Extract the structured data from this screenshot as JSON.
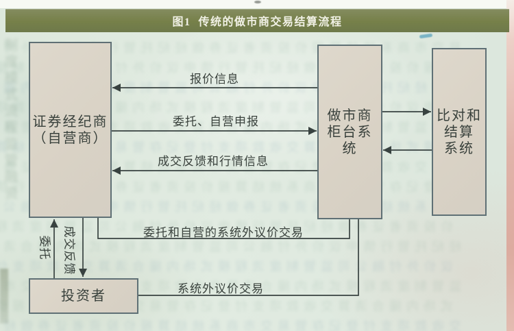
{
  "figure": {
    "title": "图1  传统的做市商交易结算流程"
  },
  "nodes": {
    "broker": {
      "lines": [
        "证券经纪商",
        "（自营商）"
      ]
    },
    "counter": {
      "lines": [
        "做市商",
        "柜台系",
        "统"
      ]
    },
    "settlement": {
      "lines": [
        "比对和",
        "结算",
        "系统"
      ]
    },
    "investor": {
      "label": "投资者"
    }
  },
  "edges": {
    "quote_info": "报价信息",
    "order_report": "委托、自营申报",
    "trade_feedback_info": "成交反馈和行情信息",
    "entrust": "委托",
    "trade_feedback": "成交反馈",
    "offsystem_entrust": "委托和自营的系统外议价交易",
    "offsystem_trade": "系统外议价交易"
  },
  "colors": {
    "title_bar": "#768049",
    "title_text": "#f1f1e6",
    "background": "#e1ebe1",
    "node_fill": "#dad3c6",
    "node_border": "#5f7075",
    "line": "#384240",
    "text": "#39413c",
    "page_edge_pink": "#dcab9f"
  }
}
